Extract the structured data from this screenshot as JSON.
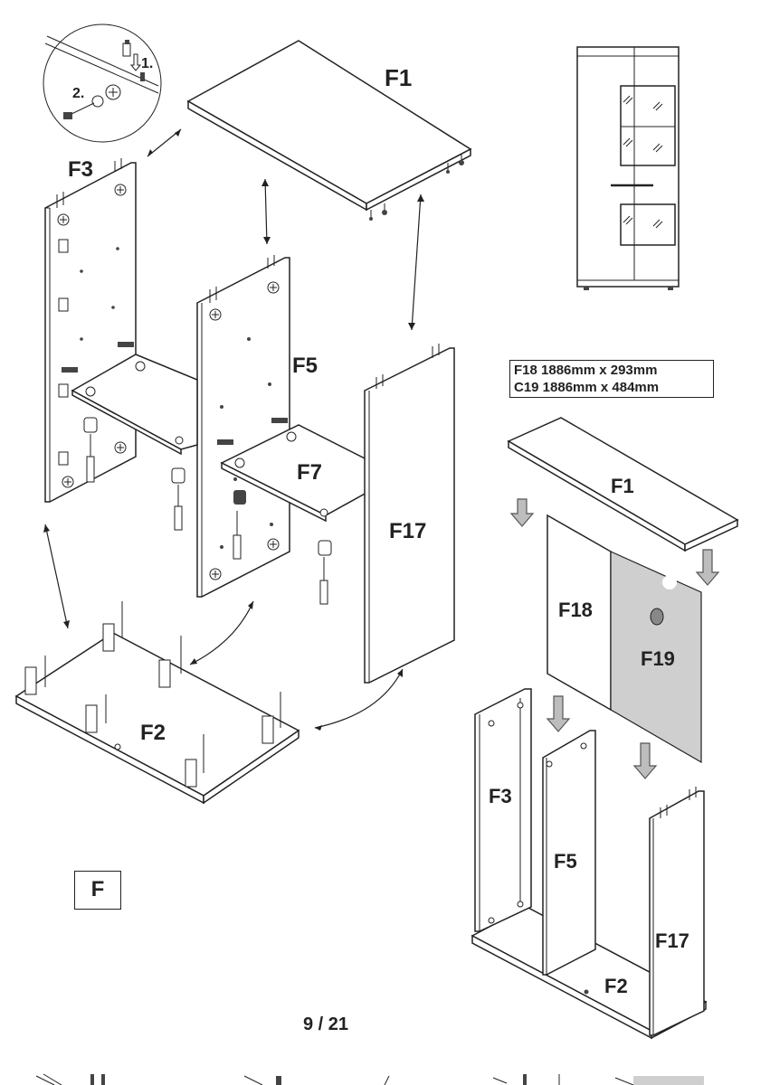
{
  "left_assembly": {
    "labels": {
      "f1": "F1",
      "f3": "F3",
      "f5": "F5",
      "f7": "F7",
      "f17": "F17",
      "f2": "F2"
    },
    "callout_steps": {
      "step1": "1.",
      "step2": "2."
    }
  },
  "right_assembly": {
    "dimensions": [
      "F18 1886mm x 293mm",
      "C19 1886mm x 484mm"
    ],
    "labels": {
      "f1": "F1",
      "f18": "F18",
      "f19": "F19",
      "f3": "F3",
      "f5": "F5",
      "f17": "F17",
      "f2": "F2"
    }
  },
  "section_label": "F",
  "page_number": "9 / 21",
  "colors": {
    "line": "#222222",
    "door_gray": "#cfcfcf",
    "arrow_gray": "#bdbdbd",
    "background": "#ffffff"
  }
}
